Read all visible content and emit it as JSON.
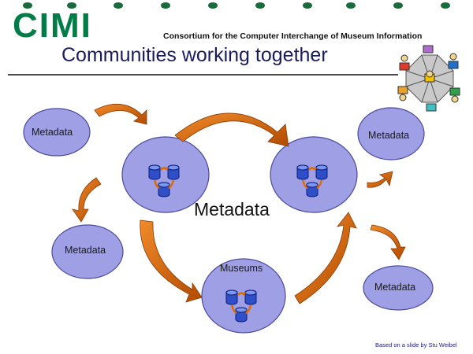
{
  "header": {
    "logo_text": "CIMI",
    "consortium": "Consortium for the Computer Interchange of Museum Information",
    "title": "Communities working together"
  },
  "diagram": {
    "center_label": "Metadata",
    "museums_label": "Museums",
    "satellites": {
      "top_left": "Metadata",
      "top_right": "Metadata",
      "mid_left": "Metadata",
      "bottom_right": "Metadata"
    }
  },
  "footer": {
    "credit": "Based on a slide by Stu Weibel"
  },
  "colors": {
    "green": "#007d46",
    "navy": "#1a1a5e",
    "circle_fill": "#9f9fe6",
    "circle_stroke": "#4a4a99",
    "arrow_orange": "#e06a00",
    "db_blue": "#2f4fc9"
  }
}
